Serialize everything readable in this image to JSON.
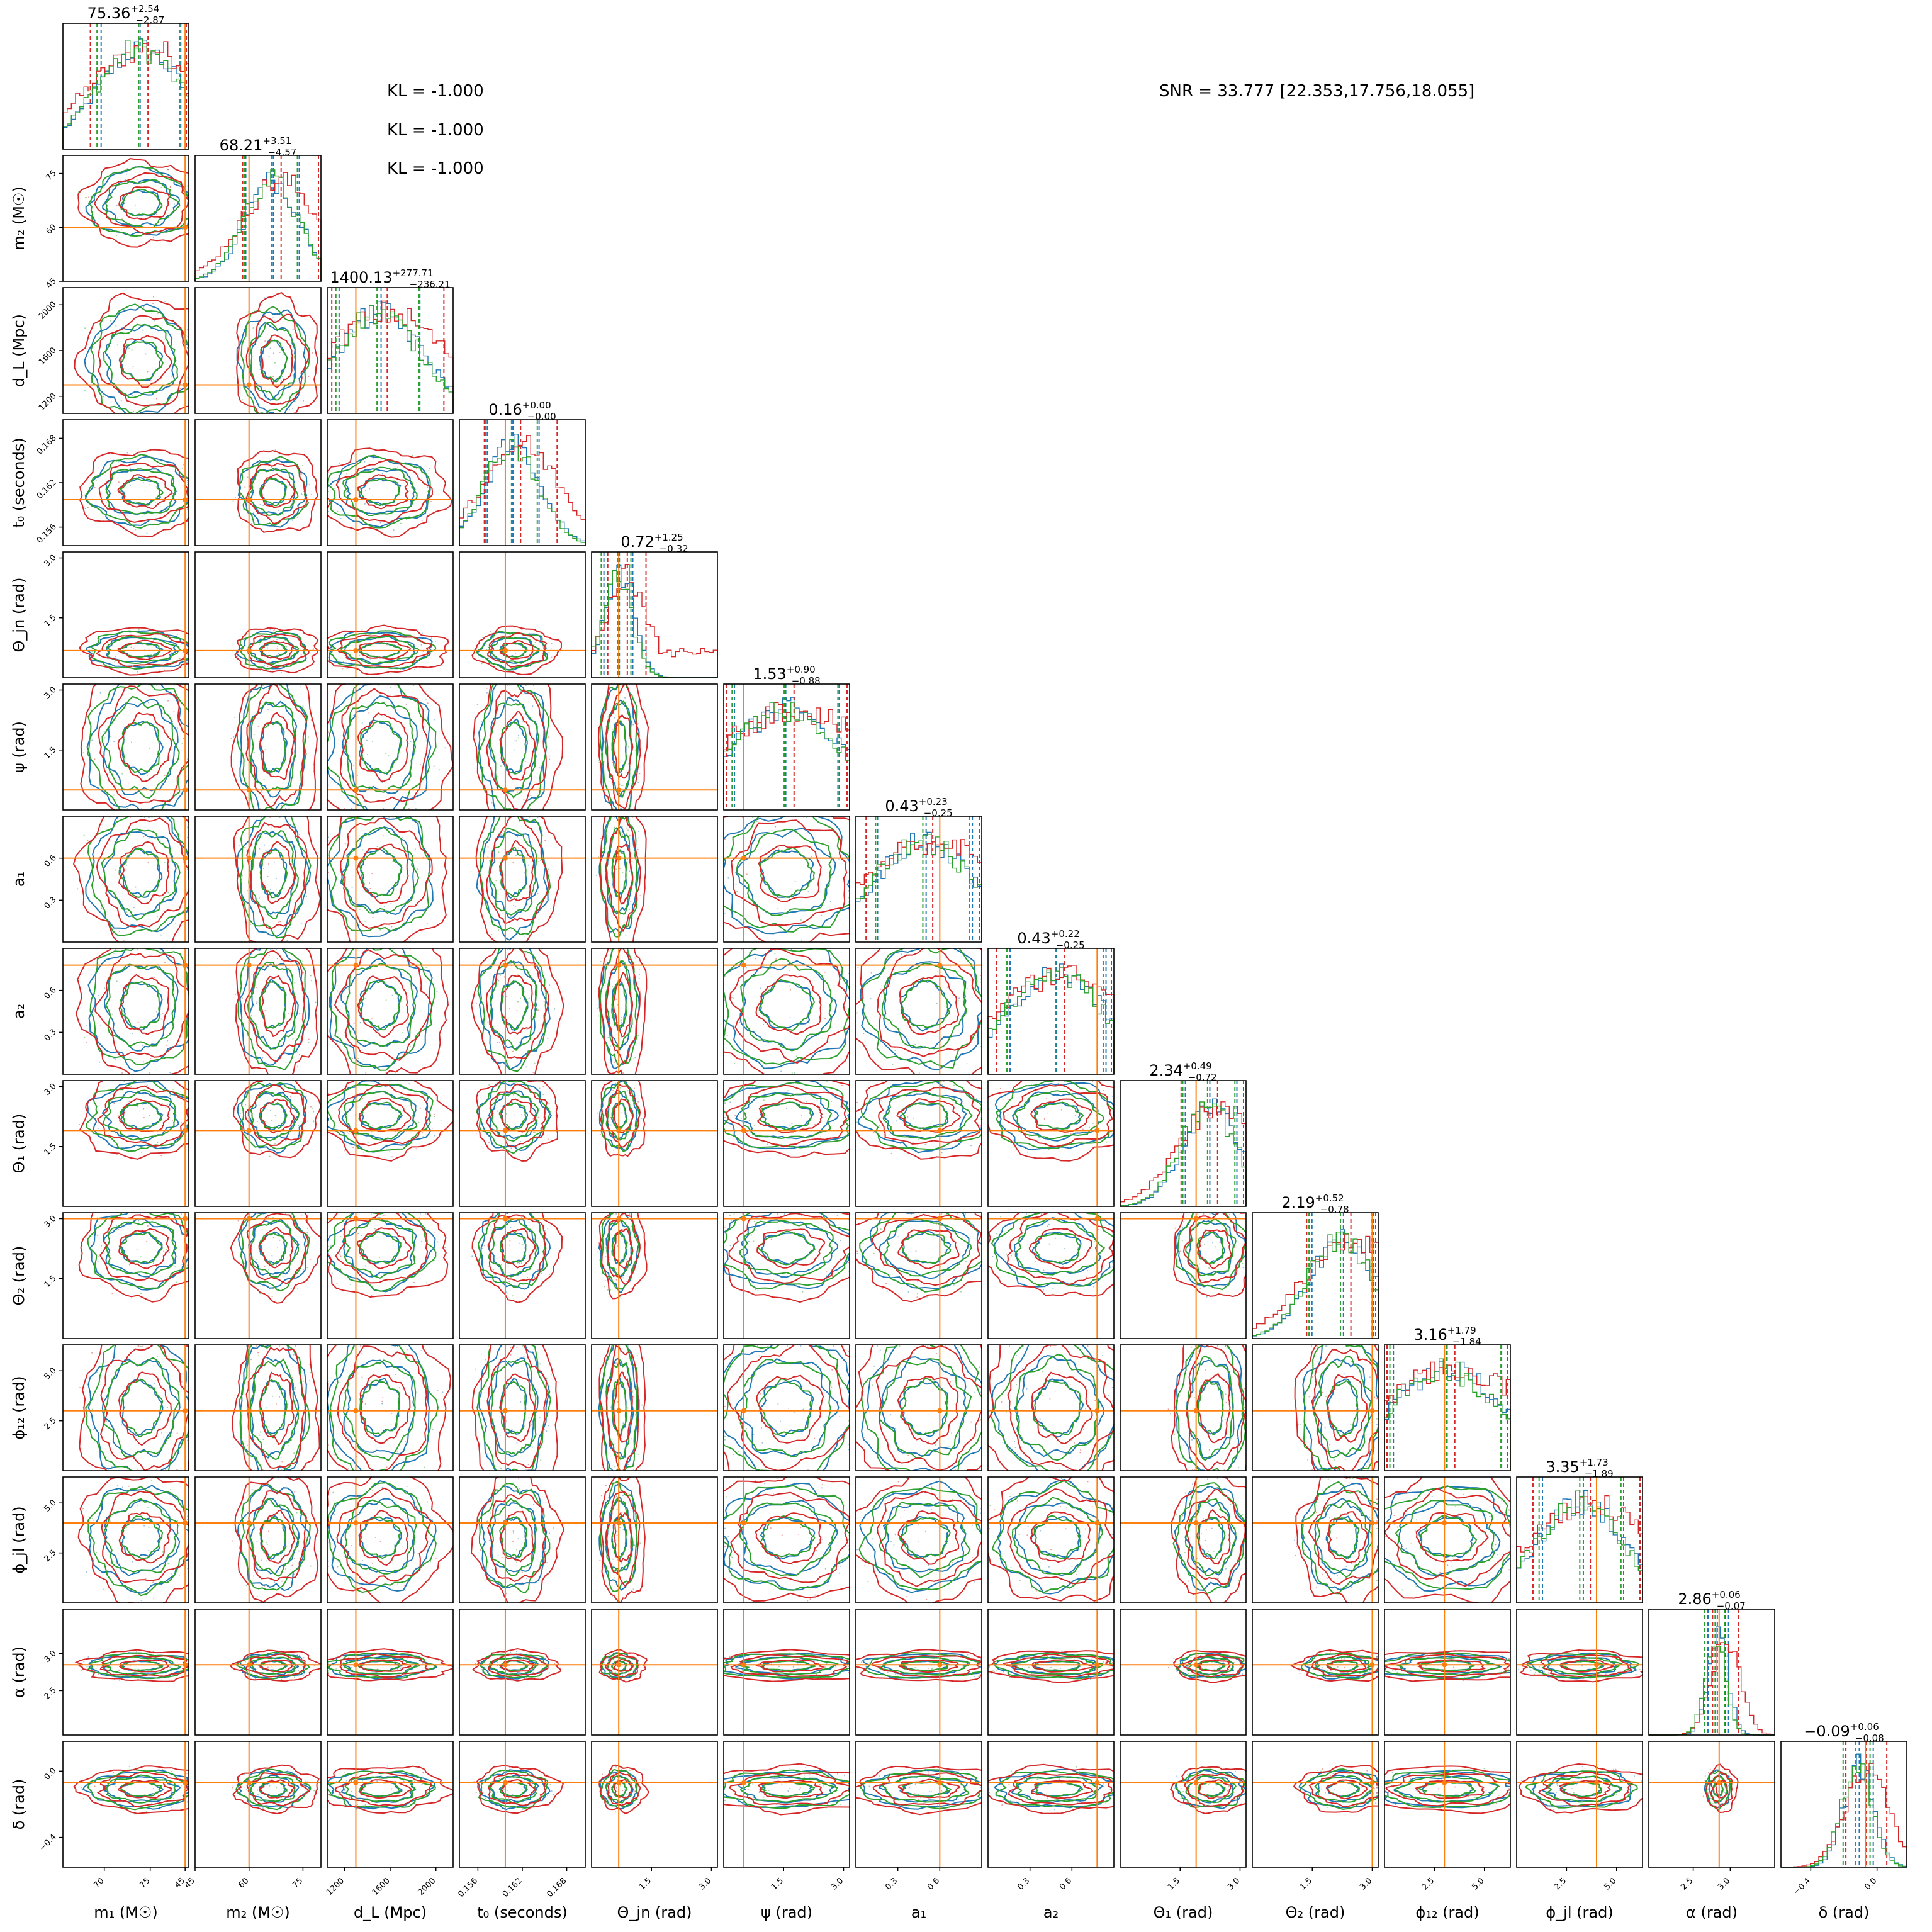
{
  "figure": {
    "kl": [
      "KL = -1.000",
      "KL = -1.000",
      "KL = -1.000"
    ],
    "snr": "SNR = 33.777 [22.353,17.756,18.055]"
  },
  "colors": {
    "series": [
      "#1f77b4",
      "#d62728",
      "#2ca02c"
    ],
    "truth": "#ff7f0e"
  },
  "chart_data": {
    "type": "corner",
    "series_colors": [
      "blue",
      "red",
      "green"
    ],
    "parameters": [
      {
        "label": "m₁ (M☉)",
        "lo": 65.5,
        "hi": 79.2,
        "truth": 78.8,
        "ticks": [
          {
            "v": 70,
            "t": "70"
          },
          {
            "v": 75,
            "t": "75"
          },
          {
            "v": 78.8,
            "t": "45"
          }
        ],
        "summary": {
          "median": "75.36",
          "plus": "+2.54",
          "minus": "−2.87"
        }
      },
      {
        "label": "m₂ (M☉)",
        "lo": 45,
        "hi": 80,
        "truth": 60,
        "ticks": [
          {
            "v": 45,
            "t": "45"
          },
          {
            "v": 60,
            "t": "60"
          },
          {
            "v": 75,
            "t": "75"
          }
        ],
        "summary": {
          "median": "68.21",
          "plus": "+3.51",
          "minus": "−4.57"
        }
      },
      {
        "label": "d_L (Mpc)",
        "lo": 1050,
        "hi": 2150,
        "truth": 1300,
        "ticks": [
          {
            "v": 1200,
            "t": "1200"
          },
          {
            "v": 1600,
            "t": "1600"
          },
          {
            "v": 2000,
            "t": "2000"
          }
        ],
        "summary": {
          "median": "1400.13",
          "plus": "+277.71",
          "minus": "−236.21"
        }
      },
      {
        "label": "t₀ (seconds)",
        "lo": 0.1535,
        "hi": 0.1705,
        "truth": 0.1597,
        "ticks": [
          {
            "v": 0.156,
            "t": "0.156"
          },
          {
            "v": 0.162,
            "t": "0.162"
          },
          {
            "v": 0.168,
            "t": "0.168"
          }
        ],
        "summary": {
          "median": "0.16",
          "plus": "+0.00",
          "minus": "−0.00"
        }
      },
      {
        "label": "Θ_jn (rad)",
        "lo": 0,
        "hi": 3.15,
        "truth": 0.68,
        "ticks": [
          {
            "v": 1.5,
            "t": "1.5"
          },
          {
            "v": 3.0,
            "t": "3.0"
          }
        ],
        "summary": {
          "median": "0.72",
          "plus": "+1.25",
          "minus": "−0.32"
        }
      },
      {
        "label": "ψ (rad)",
        "lo": 0,
        "hi": 3.15,
        "truth": 0.5,
        "ticks": [
          {
            "v": 1.5,
            "t": "1.5"
          },
          {
            "v": 3.0,
            "t": "3.0"
          }
        ],
        "summary": {
          "median": "1.53",
          "plus": "+0.90",
          "minus": "−0.88"
        }
      },
      {
        "label": "a₁",
        "lo": 0,
        "hi": 0.9,
        "truth": 0.6,
        "ticks": [
          {
            "v": 0.3,
            "t": "0.3"
          },
          {
            "v": 0.6,
            "t": "0.6"
          }
        ],
        "summary": {
          "median": "0.43",
          "plus": "+0.23",
          "minus": "−0.25"
        }
      },
      {
        "label": "a₂",
        "lo": 0,
        "hi": 0.9,
        "truth": 0.78,
        "ticks": [
          {
            "v": 0.3,
            "t": "0.3"
          },
          {
            "v": 0.6,
            "t": "0.6"
          }
        ],
        "summary": {
          "median": "0.43",
          "plus": "+0.22",
          "minus": "−0.25"
        }
      },
      {
        "label": "Θ₁ (rad)",
        "lo": 0,
        "hi": 3.15,
        "truth": 1.9,
        "ticks": [
          {
            "v": 1.5,
            "t": "1.5"
          },
          {
            "v": 3.0,
            "t": "3.0"
          }
        ],
        "summary": {
          "median": "2.34",
          "plus": "+0.49",
          "minus": "−0.72"
        }
      },
      {
        "label": "Θ₂ (rad)",
        "lo": 0,
        "hi": 3.15,
        "truth": 3.0,
        "ticks": [
          {
            "v": 1.5,
            "t": "1.5"
          },
          {
            "v": 3.0,
            "t": "3.0"
          }
        ],
        "summary": {
          "median": "2.19",
          "plus": "+0.52",
          "minus": "−0.78"
        }
      },
      {
        "label": "ϕ₁₂ (rad)",
        "lo": 0,
        "hi": 6.3,
        "truth": 3.0,
        "ticks": [
          {
            "v": 2.5,
            "t": "2.5"
          },
          {
            "v": 5.0,
            "t": "5.0"
          }
        ],
        "summary": {
          "median": "3.16",
          "plus": "+1.79",
          "minus": "−1.84"
        }
      },
      {
        "label": "ϕ_jl (rad)",
        "lo": 0,
        "hi": 6.3,
        "truth": 4.0,
        "ticks": [
          {
            "v": 2.5,
            "t": "2.5"
          },
          {
            "v": 5.0,
            "t": "5.0"
          }
        ],
        "summary": {
          "median": "3.35",
          "plus": "+1.73",
          "minus": "−1.89"
        }
      },
      {
        "label": "α (rad)",
        "lo": 1.9,
        "hi": 3.6,
        "truth": 2.85,
        "ticks": [
          {
            "v": 2.5,
            "t": "2.5"
          },
          {
            "v": 3.0,
            "t": "3.0"
          }
        ],
        "summary": {
          "median": "2.86",
          "plus": "+0.06",
          "minus": "−0.07"
        }
      },
      {
        "label": "δ (rad)",
        "lo": -0.58,
        "hi": 0.18,
        "truth": -0.07,
        "ticks": [
          {
            "v": -0.4,
            "t": "−0.4"
          },
          {
            "v": 0.0,
            "t": "0.0"
          }
        ],
        "summary": {
          "median": "−0.09",
          "plus": "+0.06",
          "minus": "−0.08"
        }
      }
    ]
  }
}
